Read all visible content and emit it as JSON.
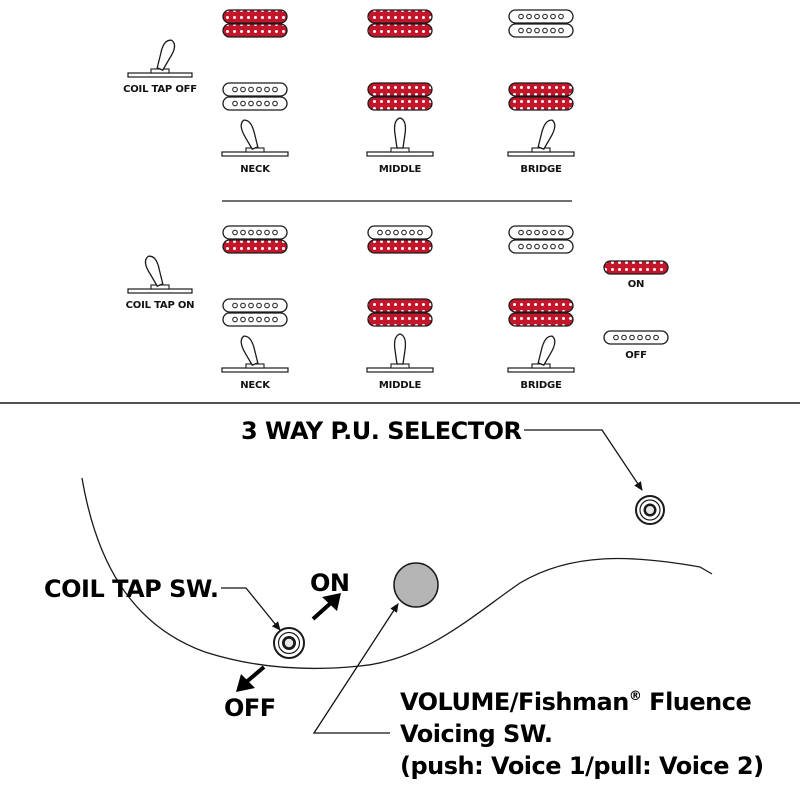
{
  "colors": {
    "active": "#c4162a",
    "inactive": "#ffffff",
    "line": "#1a1a1a",
    "knob": "#b5b5b5"
  },
  "coil_tap_off": {
    "label": "COIL TAP OFF",
    "positions": [
      {
        "label": "NECK",
        "top": "active",
        "bottom": "inactive",
        "toggle": "left"
      },
      {
        "label": "MIDDLE",
        "top": "active",
        "bottom": "active",
        "toggle": "center"
      },
      {
        "label": "BRIDGE",
        "top": "inactive",
        "bottom": "active",
        "toggle": "right"
      }
    ]
  },
  "coil_tap_on": {
    "label": "COIL TAP ON",
    "positions": [
      {
        "label": "NECK",
        "top": "half",
        "bottom": "inactive",
        "toggle": "left"
      },
      {
        "label": "MIDDLE",
        "top": "half",
        "bottom": "active",
        "toggle": "center"
      },
      {
        "label": "BRIDGE",
        "top": "inactive",
        "bottom": "active",
        "toggle": "right"
      }
    ]
  },
  "legend": {
    "on": "ON",
    "off": "OFF"
  },
  "controls": {
    "selector": "3 WAY P.U. SELECTOR",
    "coil_tap_sw": "COIL TAP SW.",
    "on": "ON",
    "off": "OFF",
    "volume_line1_a": "VOLUME/Fishman",
    "volume_reg": "®",
    "volume_line1_b": " Fluence",
    "volume_line2": "Voicing SW.",
    "volume_line3": "(push: Voice 1/pull: Voice 2)"
  }
}
